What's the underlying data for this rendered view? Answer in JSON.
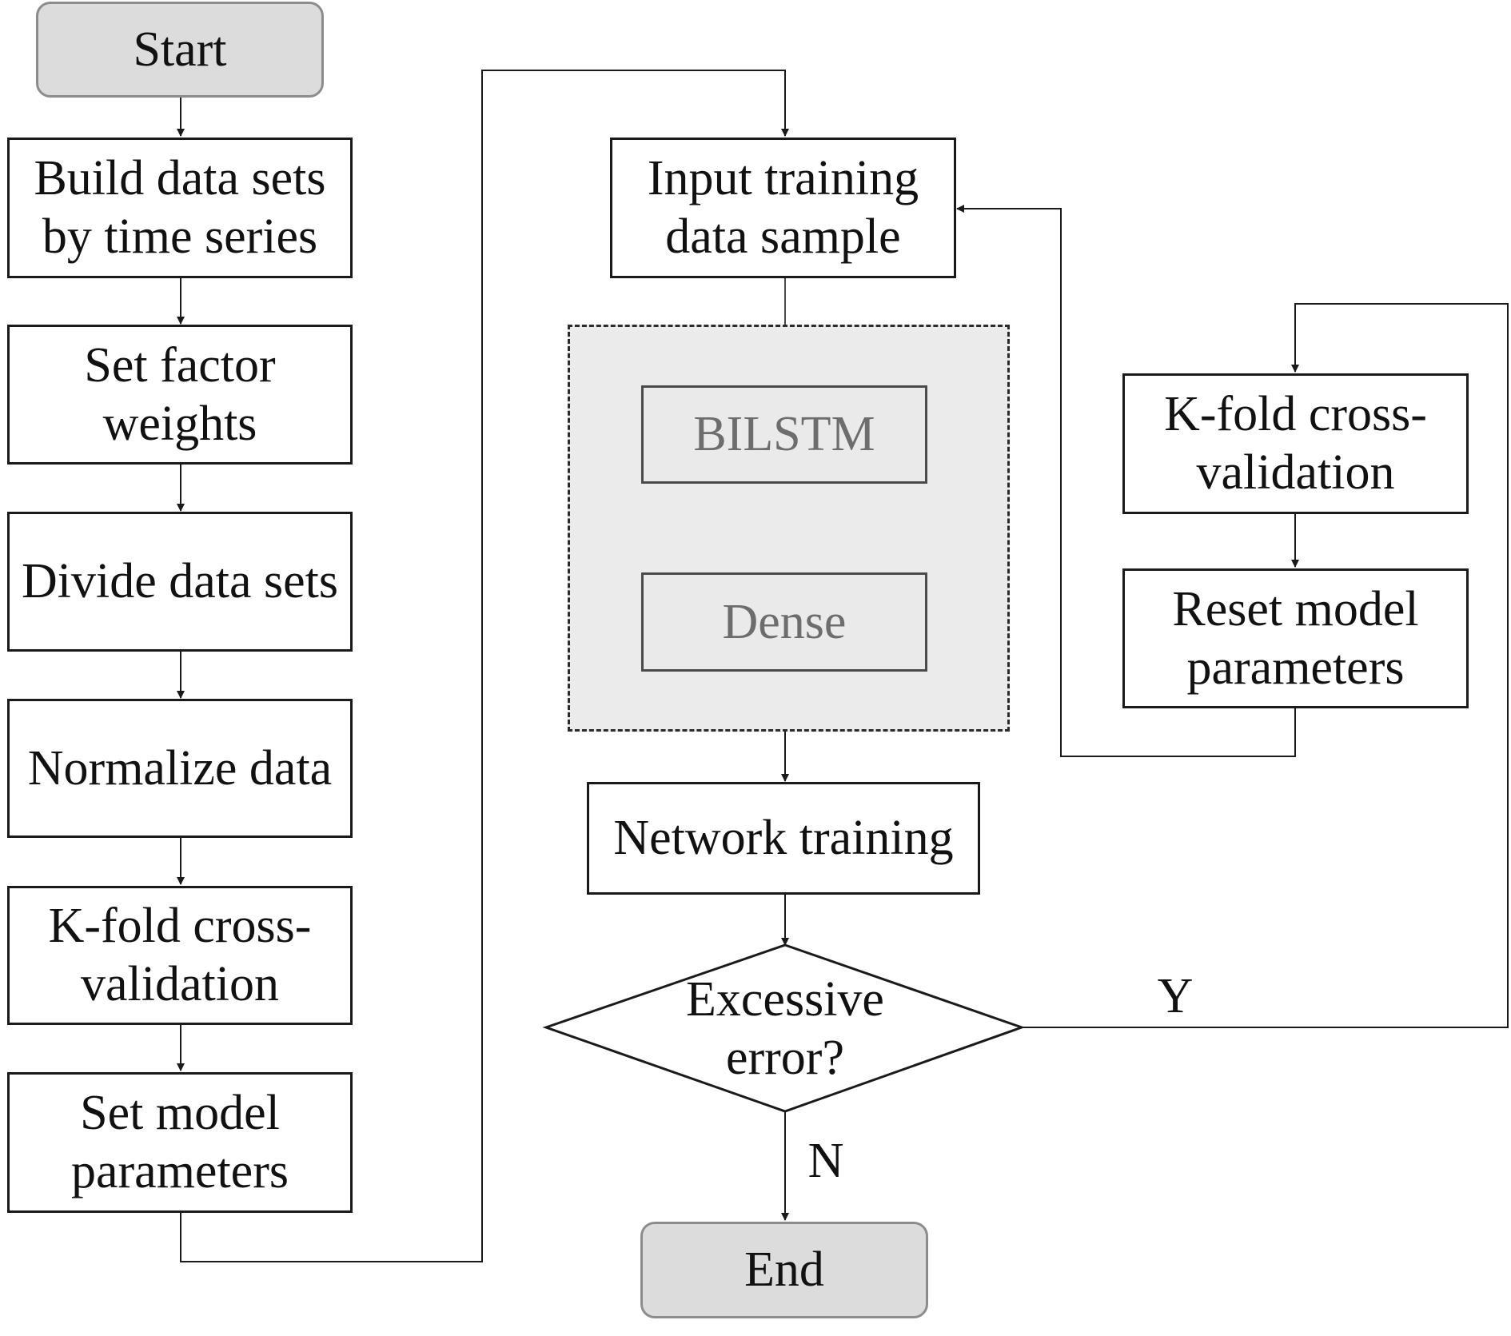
{
  "nodes": {
    "start": "Start",
    "build_data_sets": "Build data sets by time series",
    "set_factor_weights": "Set factor weights",
    "divide_data_sets": "Divide data sets",
    "normalize_data": "Normalize data",
    "kfold_left": "K-fold cross-validation",
    "set_model_parameters": "Set model parameters",
    "input_training": "Input training data sample",
    "bilstm": "BILSTM",
    "dense": "Dense",
    "network_training": "Network training",
    "decision": "Excessive error?",
    "end": "End",
    "kfold_right": "K-fold cross-validation",
    "reset_model_parameters": "Reset model parameters"
  },
  "edge_labels": {
    "yes": "Y",
    "no": "N"
  }
}
